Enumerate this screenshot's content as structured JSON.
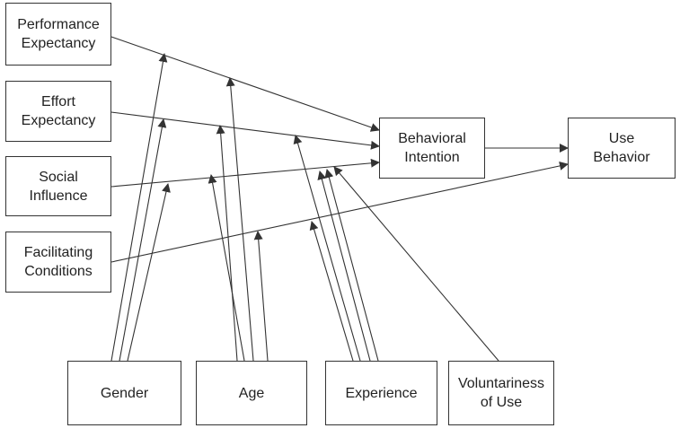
{
  "constructs": {
    "performance_expectancy": "Performance\nExpectancy",
    "effort_expectancy": "Effort\nExpectancy",
    "social_influence": "Social\nInfluence",
    "facilitating_conditions": "Facilitating\nConditions",
    "behavioral_intention": "Behavioral\nIntention",
    "use_behavior": "Use\nBehavior"
  },
  "moderators": {
    "gender": "Gender",
    "age": "Age",
    "experience": "Experience",
    "voluntariness_of_use": "Voluntariness\nof Use"
  },
  "colors": {
    "line": "#333333",
    "box_border": "#333333",
    "text": "#222222"
  }
}
